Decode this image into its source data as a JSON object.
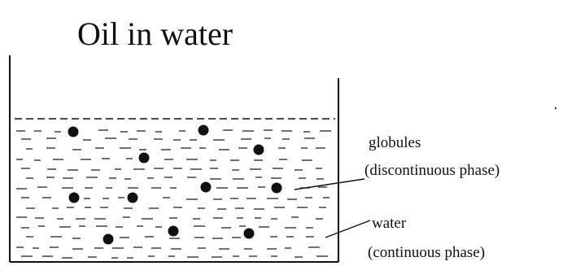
{
  "diagram": {
    "title": "Oil in water",
    "labels": {
      "globules": {
        "line1": "globules",
        "line2": "(discontinuous phase)"
      },
      "water": {
        "line1": "water",
        "line2": "(continuous phase)"
      }
    }
  }
}
